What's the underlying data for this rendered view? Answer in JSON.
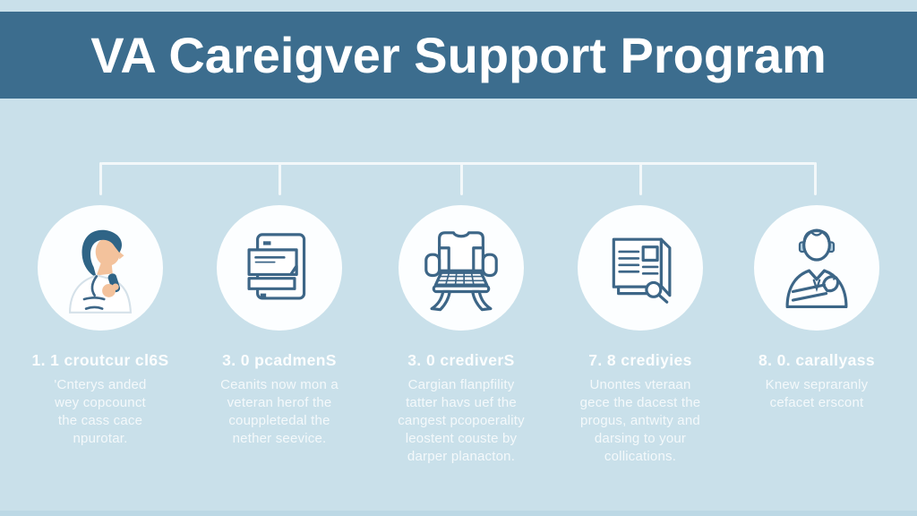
{
  "title": "VA Careigver Support Program",
  "colors": {
    "background": "#c9e0ea",
    "header": "#3c6d8e",
    "connector": "#f3f8fa",
    "circle_fill": "#fcfeff",
    "icon_stroke": "#3d6687",
    "hair": "#2f6486",
    "skin": "#f3c29c",
    "bottom_strip": "#bcd8e5"
  },
  "columns": [
    {
      "icon": "caregiver-with-phone-icon",
      "heading": "1. 1 croutcur cl6S",
      "body_lines": [
        "'Cnterys anded",
        "wey copcounct",
        "the cass cace",
        "npurotar."
      ]
    },
    {
      "icon": "documents-icon",
      "heading": "3. 0 pcadmenS",
      "body_lines": [
        "Ceanits now mon a",
        "veteran herof the",
        "couppletedal the",
        "nether seevice."
      ]
    },
    {
      "icon": "chair-keyboard-icon",
      "heading": "3. 0 crediverS",
      "body_lines": [
        "Cargian flanpfility",
        "tatter havs uef the",
        "cangest pcopoerality",
        "leostent couste by",
        "darper planacton."
      ]
    },
    {
      "icon": "report-magnifier-icon",
      "heading": "7. 8 crediyies",
      "body_lines": [
        "Unontes vteraan",
        "gece the dacest the",
        "progus, antwity and",
        "darsing to your",
        "collications."
      ]
    },
    {
      "icon": "businessman-icon",
      "heading": "8. 0. carallyass",
      "body_lines": [
        "Knew sepraranly",
        "cefacet erscont"
      ]
    }
  ]
}
